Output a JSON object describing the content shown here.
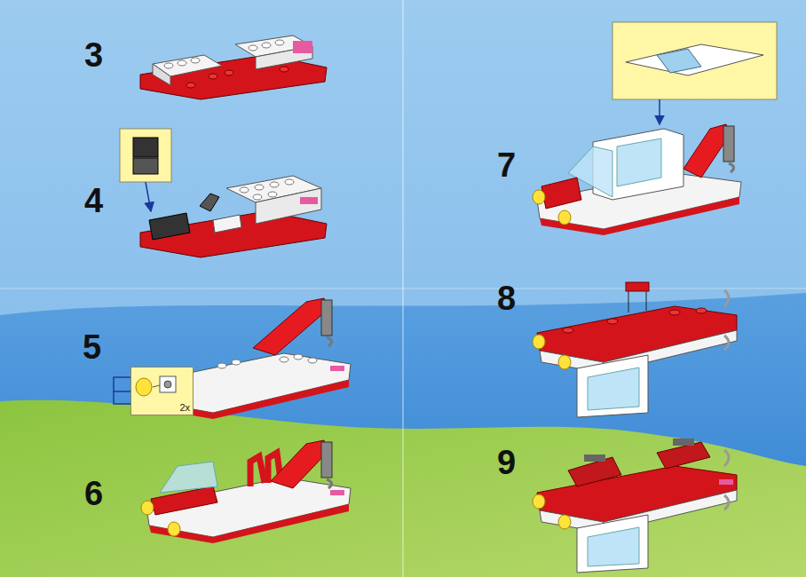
{
  "diagram": {
    "nodes": [
      {
        "text": [
          "2x"
        ]
      }
    ],
    "labels": [
      "3",
      "4",
      "5",
      "6",
      "7",
      "8",
      "9"
    ]
  }
}
